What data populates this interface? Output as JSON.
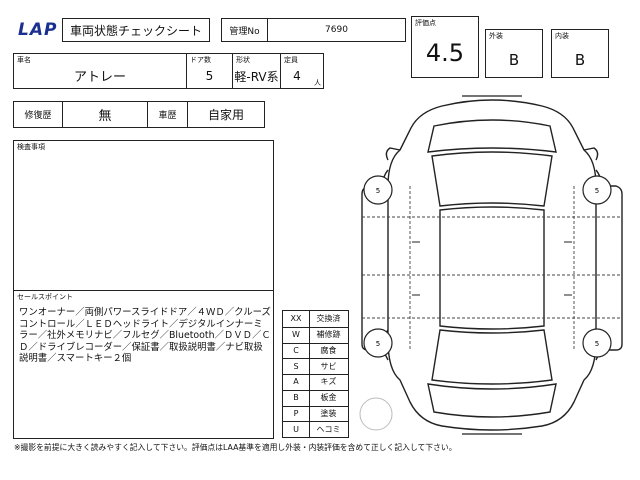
{
  "header": {
    "logo": "LAP",
    "sheet_title": "車両状態チェックシート",
    "kanri_label": "管理No",
    "kanri_value": "7690"
  },
  "grade": {
    "score_label": "評価点",
    "score_value": "4.5",
    "exterior_label": "外装",
    "exterior_value": "B",
    "interior_label": "内装",
    "interior_value": "B"
  },
  "vehicle": {
    "name_label": "車名",
    "name_value": "アトレー",
    "doors_label": "ドア数",
    "doors_value": "5",
    "shape_label": "形状",
    "shape_value": "軽-RV系",
    "capacity_label": "定員",
    "capacity_value": "4",
    "capacity_unit": "人"
  },
  "history": {
    "repair_label": "修復歴",
    "repair_value": "無",
    "usage_label": "車歴",
    "usage_value": "自家用"
  },
  "inspection": {
    "label": "検査事項"
  },
  "sales": {
    "label": "セールスポイント",
    "text": "ワンオーナー／両側パワースライドドア／４ＷＤ／クルーズコントロール／ＬＥＤヘッドライト／デジタルインナーミラー／社外メモリナビ／フルセグ／Bluetooth／ＤＶＤ／ＣＤ／ドライブレコーダー／保証書／取扱説明書／ナビ取扱説明書／スマートキー２個"
  },
  "legend": [
    {
      "code": "XX",
      "meaning": "交換済"
    },
    {
      "code": "W",
      "meaning": "補修跡"
    },
    {
      "code": "C",
      "meaning": "腐食"
    },
    {
      "code": "S",
      "meaning": "サビ"
    },
    {
      "code": "A",
      "meaning": "キズ"
    },
    {
      "code": "B",
      "meaning": "板金"
    },
    {
      "code": "P",
      "meaning": "塗装"
    },
    {
      "code": "U",
      "meaning": "ヘコミ"
    }
  ],
  "tires": [
    "5",
    "5",
    "5",
    "5"
  ],
  "footer": {
    "note": "※撮影を前提に大きく読みやすく記入して下さい。評価点はLAA基準を適用し外装・内装評価を含めて正しく記入して下さい。"
  }
}
